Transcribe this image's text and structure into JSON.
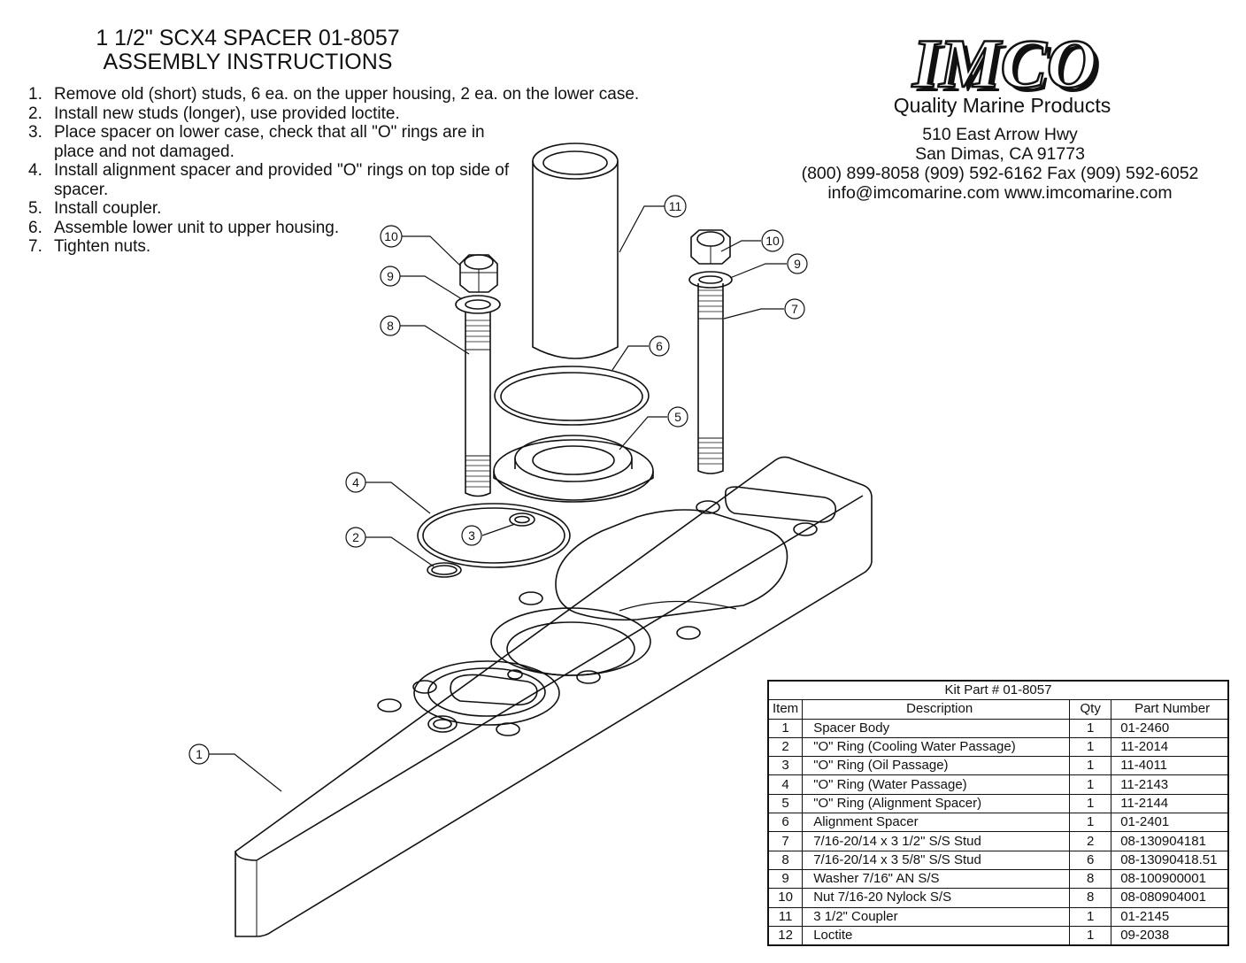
{
  "title": {
    "line1": "1 1/2\" SCX4 SPACER 01-8057",
    "line2": "ASSEMBLY INSTRUCTIONS"
  },
  "instructions": [
    {
      "num": "1.",
      "text": "Remove old (short) studs, 6 ea. on the upper housing, 2 ea. on the lower case."
    },
    {
      "num": "2.",
      "text": "Install new studs (longer), use provided loctite."
    },
    {
      "num": "3.",
      "text": "Place spacer on lower case, check that all \"O\" rings are in place and not damaged."
    },
    {
      "num": "4.",
      "text": "Install alignment spacer and provided \"O\" rings on top side of spacer."
    },
    {
      "num": "5.",
      "text": "Install coupler."
    },
    {
      "num": "6.",
      "text": "Assemble lower unit to upper housing."
    },
    {
      "num": "7.",
      "text": "Tighten nuts."
    }
  ],
  "company": {
    "logo": "IMCO",
    "tagline": "Quality Marine Products",
    "address1": "510 East Arrow Hwy",
    "address2": "San Dimas, CA 91773",
    "phone": "(800) 899-8058 (909) 592-6162  Fax (909) 592-6052",
    "web": "info@imcomarine.com  www.imcomarine.com"
  },
  "callouts": {
    "c1": "1",
    "c2": "2",
    "c3": "3",
    "c4": "4",
    "c5": "5",
    "c6": "6",
    "c7": "7",
    "c8": "8",
    "c9a": "9",
    "c9b": "9",
    "c10a": "10",
    "c10b": "10",
    "c11": "11"
  },
  "bom": {
    "kit": "Kit Part # 01-8057",
    "headers": {
      "item": "Item",
      "desc": "Description",
      "qty": "Qty",
      "part": "Part Number"
    },
    "rows": [
      {
        "item": "1",
        "desc": "Spacer Body",
        "qty": "1",
        "part": "01-2460"
      },
      {
        "item": "2",
        "desc": "\"O\" Ring (Cooling Water Passage)",
        "qty": "1",
        "part": "11-2014"
      },
      {
        "item": "3",
        "desc": "\"O\" Ring (Oil Passage)",
        "qty": "1",
        "part": "11-4011"
      },
      {
        "item": "4",
        "desc": "\"O\" Ring (Water Passage)",
        "qty": "1",
        "part": "11-2143"
      },
      {
        "item": "5",
        "desc": "\"O\" Ring (Alignment Spacer)",
        "qty": "1",
        "part": "11-2144"
      },
      {
        "item": "6",
        "desc": "Alignment Spacer",
        "qty": "1",
        "part": "01-2401"
      },
      {
        "item": "7",
        "desc": "7/16-20/14 x 3 1/2\" S/S Stud",
        "qty": "2",
        "part": "08-130904181"
      },
      {
        "item": "8",
        "desc": "7/16-20/14 x 3 5/8\" S/S Stud",
        "qty": "6",
        "part": "08-13090418.51"
      },
      {
        "item": "9",
        "desc": "Washer 7/16\" AN S/S",
        "qty": "8",
        "part": "08-100900001"
      },
      {
        "item": "10",
        "desc": "Nut 7/16-20 Nylock S/S",
        "qty": "8",
        "part": "08-080904001"
      },
      {
        "item": "11",
        "desc": "3 1/2\" Coupler",
        "qty": "1",
        "part": "01-2145"
      },
      {
        "item": "12",
        "desc": "Loctite",
        "qty": "1",
        "part": "09-2038"
      }
    ]
  }
}
